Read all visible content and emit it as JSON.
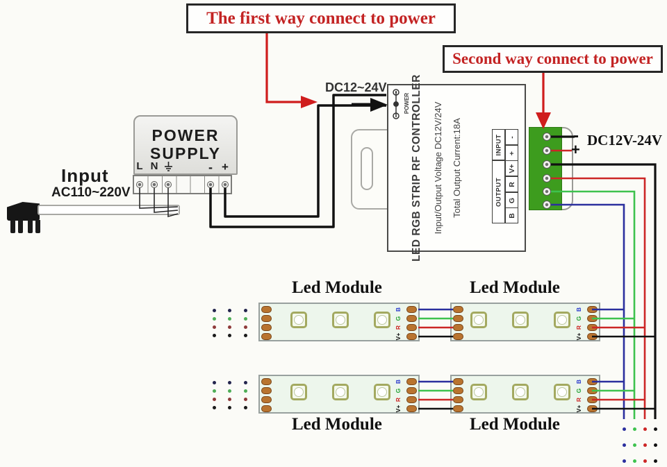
{
  "banners": {
    "first": "The first way connect to power",
    "second": "Second way connect to power"
  },
  "power_supply": {
    "title_line1": "POWER",
    "title_line2": "SUPPLY",
    "terminal_l": "L",
    "terminal_n": "N",
    "terminal_minus": "-",
    "terminal_plus": "+"
  },
  "ac_input": {
    "label": "Input",
    "voltage": "AC110~220V"
  },
  "controller": {
    "dc_input_label": "DC12~24V",
    "power_label": "POWER",
    "title": "LED RGB STRIP RF CONTROLLER",
    "spec_voltage": "Input/Output Voltage DC12V/24V",
    "spec_current": "Total Output Current:18A",
    "group_input": "INPUT",
    "group_output": "OUTPUT",
    "pins": [
      "-",
      "+",
      "V+",
      "R",
      "G",
      "B"
    ]
  },
  "second_power": {
    "minus": "-",
    "plus": "+",
    "label": "DC12V-24V"
  },
  "led": {
    "module_label": "Led Module",
    "pin_labels": [
      "B",
      "G",
      "R",
      "V+"
    ]
  },
  "colors": {
    "annotation_red": "#cf1d1d",
    "banner_text_red": "#c32323",
    "wire_black": "#111111",
    "wire_red": "#cc2626",
    "wire_green": "#3ec24e",
    "wire_blue": "#2b2f9e",
    "terminal_block_green": "#3d9c1e",
    "solder_pad_copper": "#b9742f"
  }
}
